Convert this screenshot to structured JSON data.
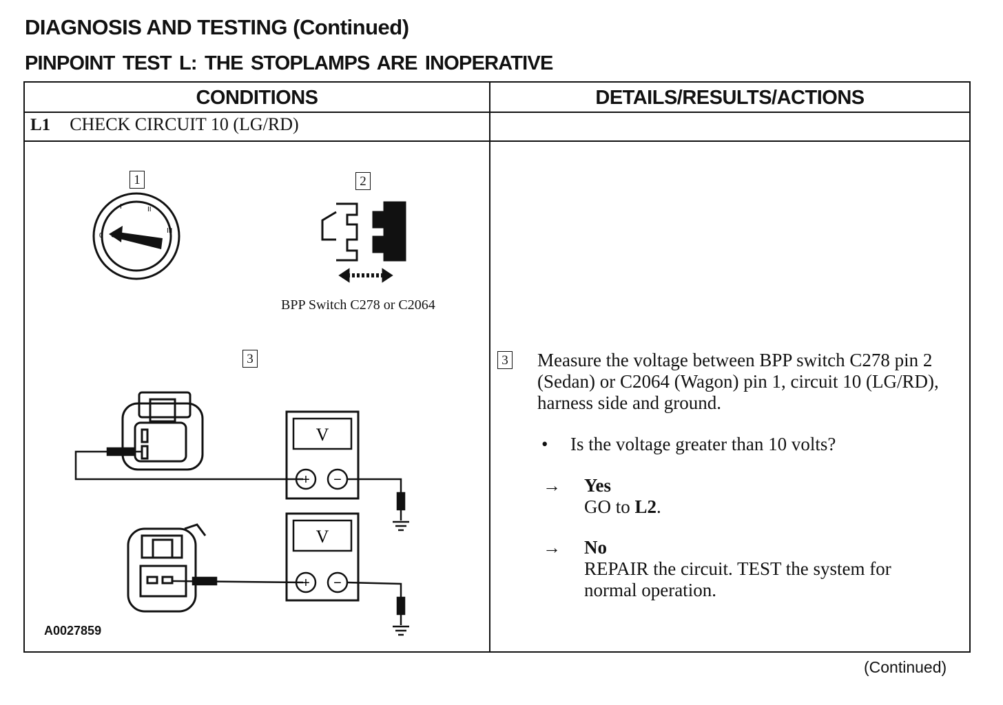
{
  "header": {
    "title": "DIAGNOSIS AND TESTING (Continued)",
    "subtitle": "PINPOINT TEST L:  THE STOPLAMPS ARE INOPERATIVE"
  },
  "table": {
    "col_conditions": "CONDITIONS",
    "col_details": "DETAILS/RESULTS/ACTIONS",
    "step_id": "L1",
    "step_title": "CHECK CIRCUIT 10 (LG/RD)"
  },
  "figure": {
    "step1_num": "1",
    "step2_num": "2",
    "step3_num": "3",
    "bpp_caption": "BPP Switch C278 or C2064",
    "meter_label_top": "V",
    "meter_label_bottom": "V",
    "plus_top": "+",
    "minus_top": "−",
    "plus_bottom": "+",
    "minus_bottom": "−",
    "ignition_0": "0",
    "ignition_1": "I",
    "ignition_2": "II",
    "ignition_3": "III",
    "figure_id": "A0027859"
  },
  "details": {
    "step_num": "3",
    "instruction": "Measure the voltage between BPP switch C278 pin 2 (Sedan) or C2064 (Wagon) pin 1, circuit 10 (LG/RD), harness side and ground.",
    "bullet": "•",
    "question": "Is the voltage greater than 10 volts?",
    "arrow": "→",
    "yes_label": "Yes",
    "yes_action_prefix": "GO to ",
    "yes_action_target": "L2",
    "yes_action_suffix": ".",
    "no_label": "No",
    "no_action": "REPAIR the circuit. TEST the system for normal operation."
  },
  "footer": {
    "continued": "(Continued)"
  }
}
